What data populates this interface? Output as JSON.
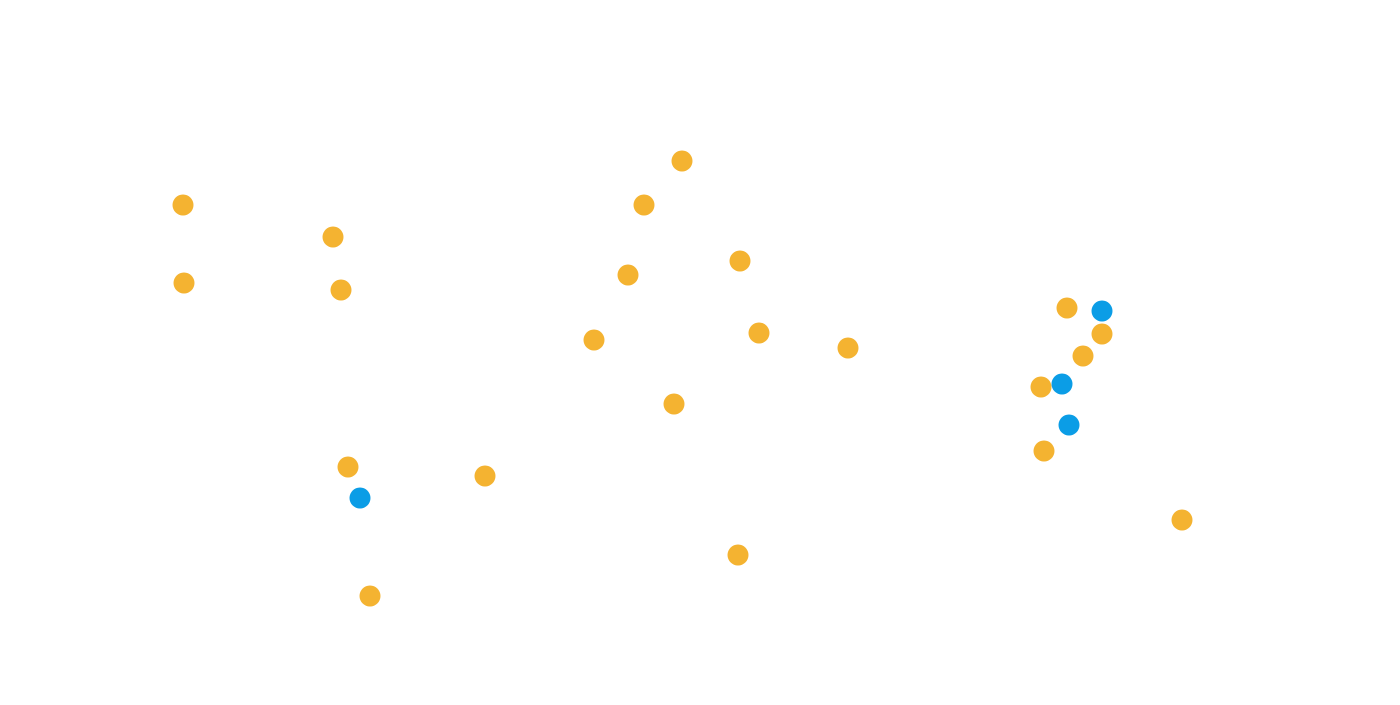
{
  "map": {
    "background_color": "#ffffff",
    "marker_types": {
      "orange": {
        "color": "#f4b331",
        "icon": "circle-marker"
      },
      "blue": {
        "color": "#0b9de6",
        "icon": "circle-marker"
      }
    },
    "marker_count": 28
  }
}
